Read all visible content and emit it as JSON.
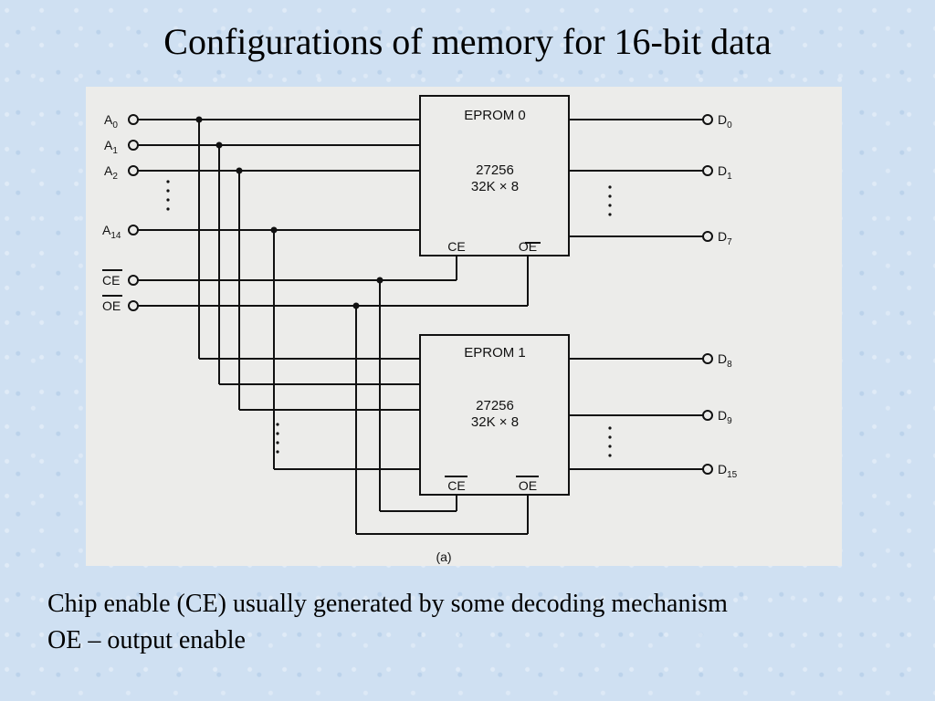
{
  "slide": {
    "title": "Configurations of memory for 16-bit data",
    "notes": [
      "Chip enable (CE) usually generated by some decoding mechanism",
      "OE – output enable"
    ]
  },
  "diagram": {
    "chip0": {
      "name": "EPROM 0",
      "part": "27256",
      "org": "32K × 8",
      "ce": "CE",
      "oe": "OE"
    },
    "chip1": {
      "name": "EPROM 1",
      "part": "27256",
      "org": "32K × 8",
      "ce": "CE",
      "oe": "OE"
    },
    "inputs": [
      {
        "base": "A",
        "sub": "0"
      },
      {
        "base": "A",
        "sub": "1"
      },
      {
        "base": "A",
        "sub": "2"
      },
      {
        "base": "A",
        "sub": "14"
      }
    ],
    "control": {
      "ce": "CE",
      "oe": "OE"
    },
    "outputs0": [
      {
        "base": "D",
        "sub": "0"
      },
      {
        "base": "D",
        "sub": "1"
      },
      {
        "base": "D",
        "sub": "7"
      }
    ],
    "outputs1": [
      {
        "base": "D",
        "sub": "8"
      },
      {
        "base": "D",
        "sub": "9"
      },
      {
        "base": "D",
        "sub": "15"
      }
    ],
    "caption": "(a)"
  }
}
